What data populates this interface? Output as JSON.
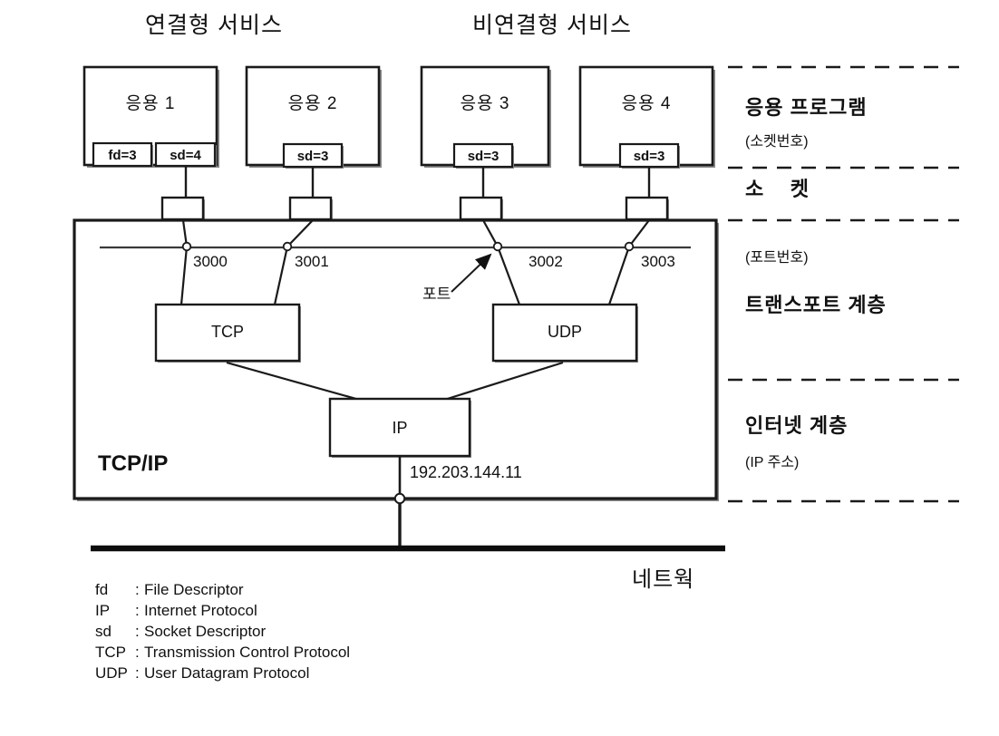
{
  "headings": {
    "connection_oriented": "연결형 서비스",
    "connectionless": "비연결형 서비스"
  },
  "applications": [
    {
      "title": "응용 1",
      "descriptors": [
        "fd=3",
        "sd=4"
      ]
    },
    {
      "title": "응용 2",
      "descriptors": [
        "sd=3"
      ]
    },
    {
      "title": "응용 3",
      "descriptors": [
        "sd=3"
      ]
    },
    {
      "title": "응용 4",
      "descriptors": [
        "sd=3"
      ]
    }
  ],
  "ports": [
    "3000",
    "3001",
    "3002",
    "3003"
  ],
  "port_callout": "포트",
  "transport": {
    "tcp": "TCP",
    "udp": "UDP"
  },
  "internet": {
    "ip": "IP",
    "ip_address": "192.203.144.11"
  },
  "stack_label": "TCP/IP",
  "network_label": "네트웍",
  "layers": [
    {
      "name": "응용 프로그램",
      "sub": "(소켓번호)"
    },
    {
      "name": "소    켓",
      "sub": ""
    },
    {
      "name": "트랜스포트 계층",
      "sub": "(포트번호)"
    },
    {
      "name": "인터넷 계층",
      "sub": "(IP 주소)"
    }
  ],
  "legend": [
    {
      "abbr": "fd",
      "sep": ":",
      "desc": "File Descriptor"
    },
    {
      "abbr": "IP",
      "sep": ":",
      "desc": "Internet Protocol"
    },
    {
      "abbr": "sd",
      "sep": ":",
      "desc": "Socket Descriptor"
    },
    {
      "abbr": "TCP",
      "sep": ":",
      "desc": "Transmission Control Protocol"
    },
    {
      "abbr": "UDP",
      "sep": ":",
      "desc": "User Datagram Protocol"
    }
  ],
  "colors": {
    "ink": "#111111",
    "line": "#2b2b2b",
    "shadow": "#808080",
    "background": "#ffffff"
  }
}
